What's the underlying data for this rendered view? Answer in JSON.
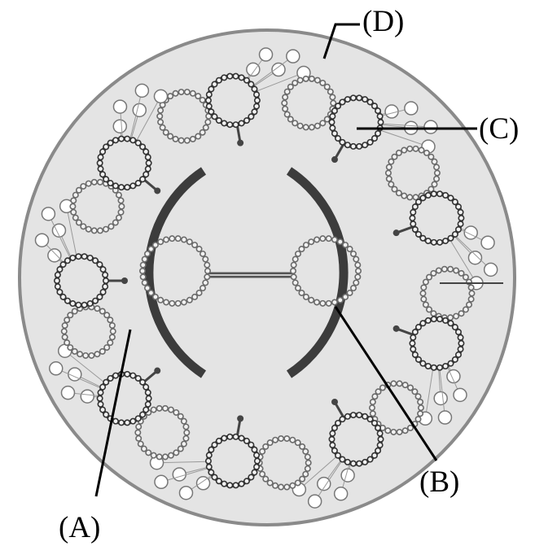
{
  "labels": {
    "a": "(A)",
    "b": "(B)",
    "c": "(C)",
    "d": "(D)"
  },
  "colors": {
    "background_fill": "#e4e4e4",
    "outer_stroke": "#8a8a8a",
    "dark": "#3c3c3c",
    "bead": "#6a6a6a"
  }
}
